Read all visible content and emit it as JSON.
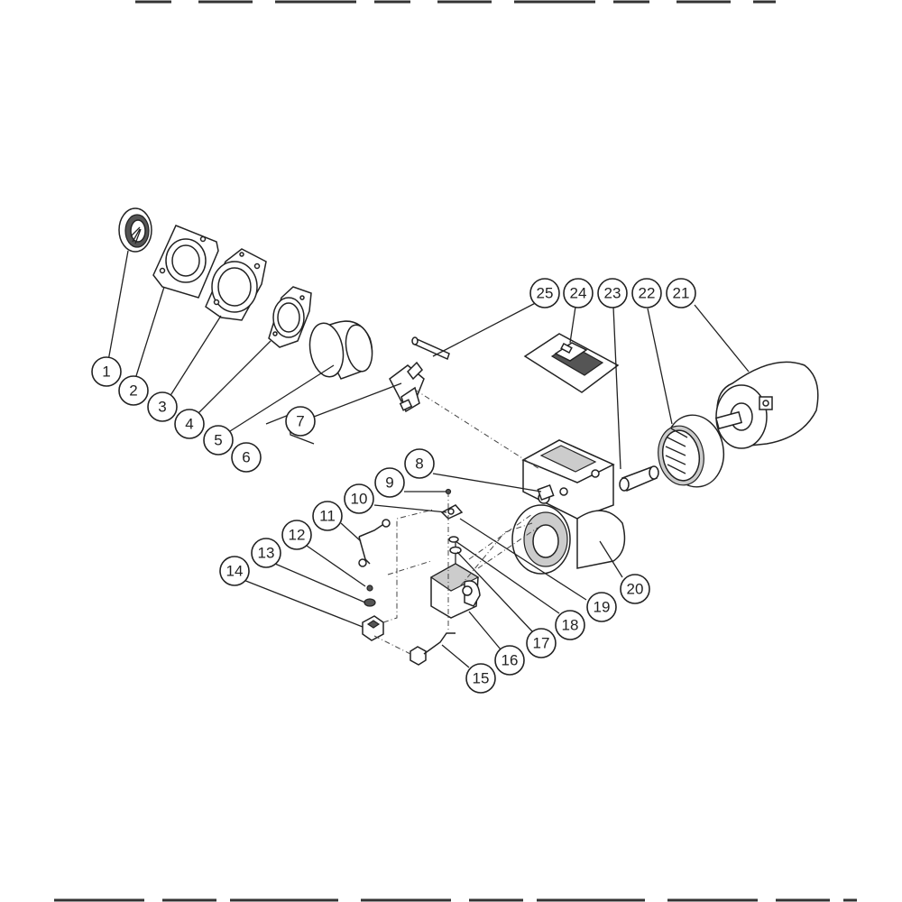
{
  "diagram": {
    "callouts": [
      {
        "id": "1",
        "label": "1"
      },
      {
        "id": "2",
        "label": "2"
      },
      {
        "id": "3",
        "label": "3"
      },
      {
        "id": "4",
        "label": "4"
      },
      {
        "id": "5",
        "label": "5"
      },
      {
        "id": "6",
        "label": "6"
      },
      {
        "id": "7",
        "label": "7"
      },
      {
        "id": "8",
        "label": "8"
      },
      {
        "id": "9",
        "label": "9"
      },
      {
        "id": "10",
        "label": "10"
      },
      {
        "id": "11",
        "label": "11"
      },
      {
        "id": "12",
        "label": "12"
      },
      {
        "id": "13",
        "label": "13"
      },
      {
        "id": "14",
        "label": "14"
      },
      {
        "id": "15",
        "label": "15"
      },
      {
        "id": "16",
        "label": "16"
      },
      {
        "id": "17",
        "label": "17"
      },
      {
        "id": "18",
        "label": "18"
      },
      {
        "id": "19",
        "label": "19"
      },
      {
        "id": "20",
        "label": "20"
      },
      {
        "id": "21",
        "label": "21"
      },
      {
        "id": "22",
        "label": "22"
      },
      {
        "id": "23",
        "label": "23"
      },
      {
        "id": "24",
        "label": "24"
      },
      {
        "id": "25",
        "label": "25"
      }
    ]
  },
  "colors": {
    "line": "#222222",
    "background": "#ffffff"
  }
}
